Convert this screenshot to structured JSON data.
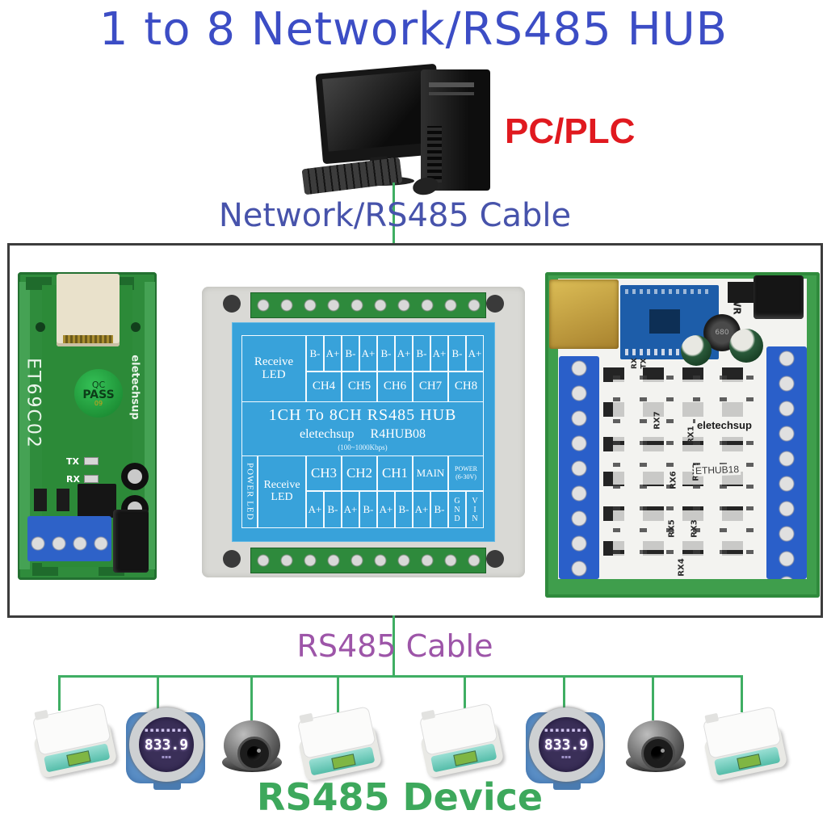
{
  "title": "1 to 8 Network/RS485 HUB",
  "labels": {
    "pc": "PC/PLC",
    "network_cable": "Network/RS485 Cable",
    "rs485_cable": "RS485 Cable",
    "rs485_device": "RS485 Device"
  },
  "colors": {
    "title_blue": "#3c4dc5",
    "cable_text_blue": "#4753ab",
    "pc_red": "#e0191f",
    "cable_purple": "#9d55a8",
    "device_green": "#3da85c",
    "line_green": "#3fae63",
    "panel_blue": "#38a2da"
  },
  "left_board": {
    "model": "ET69C02",
    "qc_line1": "QC",
    "qc_line2": "PASS",
    "qc_num": "09",
    "brand": "eletechsup",
    "tx": "TX",
    "rx": "RX"
  },
  "hub": {
    "receive_1": "Receive",
    "receive_2": "LED",
    "top_pairs": [
      "B-",
      "A+",
      "B-",
      "A+",
      "B-",
      "A+",
      "B-",
      "A+",
      "B-",
      "A+"
    ],
    "top_channels": [
      "CH4",
      "CH5",
      "CH6",
      "CH7",
      "CH8"
    ],
    "title": "1CH To 8CH RS485 HUB",
    "brand": "eletechsup",
    "model": "R4HUB08",
    "speed": "(100~1000Kbps)",
    "power_led": "POWER LED",
    "bottom_headers": [
      "CH3",
      "CH2",
      "CH1",
      "MAIN"
    ],
    "power_title": "POWER",
    "power_range": "(6-30V)",
    "bottom_pairs": [
      "A+",
      "B-",
      "A+",
      "B-",
      "A+",
      "B-",
      "A+",
      "B-"
    ],
    "gnd": "GND",
    "vin": "VIN"
  },
  "right_board": {
    "pwr": "PWR",
    "inductor": "680",
    "tx": "TX",
    "rx": "RX",
    "brand": "eletechsup",
    "model": "ETHUB18",
    "rx_labels": [
      "RX1",
      "RX2",
      "RX3",
      "RX4",
      "RX5",
      "RX6",
      "RX7"
    ]
  },
  "devices": {
    "sequence": [
      "scale",
      "gauge",
      "camera",
      "scale",
      "scale",
      "gauge",
      "camera",
      "scale"
    ],
    "gauge_value": "833.9"
  }
}
